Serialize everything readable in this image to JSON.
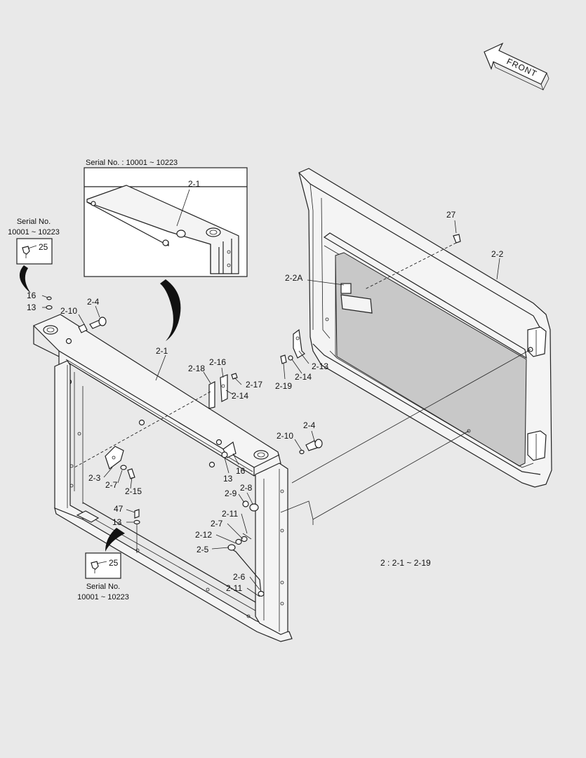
{
  "front_arrow": {
    "label": "FRONT"
  },
  "inset": {
    "serial_caption": "Serial No. : 10001 ~ 10223",
    "part": "2-1"
  },
  "left_serial_box": {
    "title": "Serial No.",
    "range": "10001 ~ 10223",
    "part": "25"
  },
  "bottom_serial_box": {
    "part": "25",
    "title": "Serial No.",
    "range": "10001 ~ 10223"
  },
  "summary": "2 : 2-1 ~ 2-19",
  "callouts": {
    "p27": "27",
    "p2_2": "2-2",
    "p2_2A": "2-2A",
    "p16_top": "16",
    "p13_top": "13",
    "p2_10_top": "2-10",
    "p2_4_top": "2-4",
    "p2_1": "2-1",
    "p2_18": "2-18",
    "p2_16": "2-16",
    "p2_17": "2-17",
    "p2_14_mid": "2-14",
    "p2_13_right": "2-13",
    "p2_14_right": "2-14",
    "p2_19": "2-19",
    "p2_10_mid": "2-10",
    "p2_4_mid": "2-4",
    "p13_mid": "13",
    "p16_mid": "16",
    "p2_3": "2-3",
    "p2_7_left": "2-7",
    "p2_15": "2-15",
    "p2_8": "2-8",
    "p2_9": "2-9",
    "p2_11_upper": "2-11",
    "p2_7_right": "2-7",
    "p2_12": "2-12",
    "p2_5": "2-5",
    "p47": "47",
    "p13_low": "13",
    "p2_6": "2-6",
    "p2_11_lower": "2-11"
  }
}
